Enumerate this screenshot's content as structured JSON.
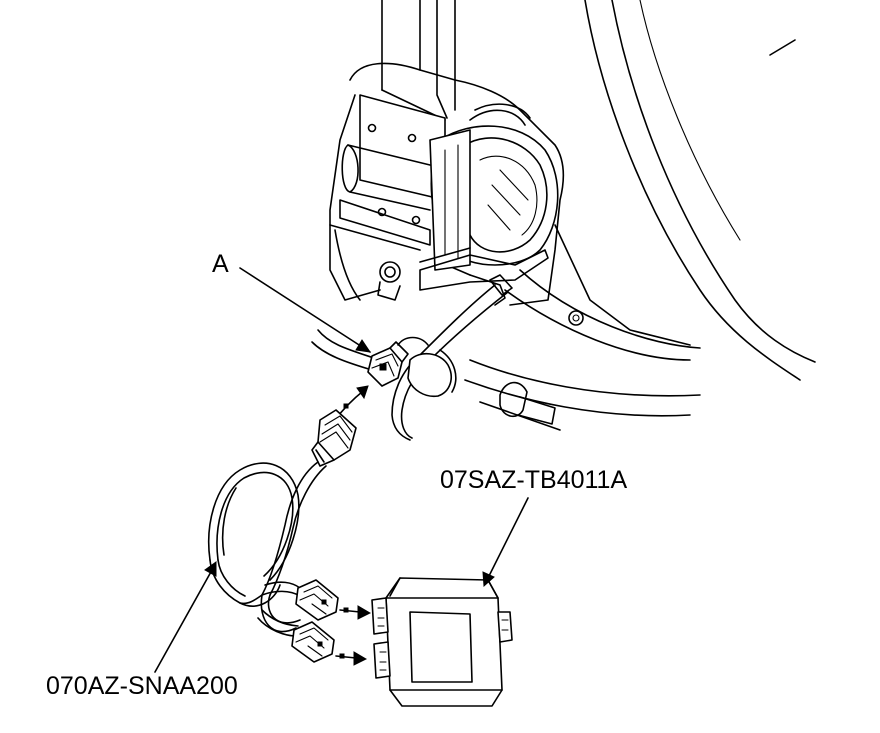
{
  "callouts": {
    "connector": "A",
    "test_tool": "07SAZ-TB4011A",
    "harness": "070AZ-SNAA200"
  },
  "colors": {
    "line": "#000000",
    "background": "#ffffff"
  }
}
